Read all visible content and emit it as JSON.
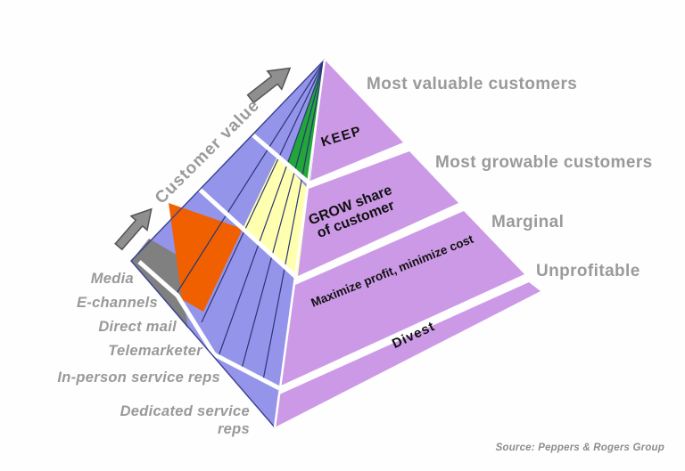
{
  "diagram": {
    "axis_label": "Customer value",
    "channels": [
      {
        "label": "Media"
      },
      {
        "label": "E-channels"
      },
      {
        "label": "Direct mail"
      },
      {
        "label": "Telemarketer"
      },
      {
        "label": "In-person service reps"
      },
      {
        "label": "Dedicated service\nreps"
      }
    ],
    "tiers": [
      {
        "strategy": "KEEP",
        "segment": "Most valuable customers"
      },
      {
        "strategy": "GROW share\nof customer",
        "segment": "Most growable customers"
      },
      {
        "strategy": "Maximize profit, minimize cost",
        "segment": "Marginal"
      },
      {
        "strategy": "Divest",
        "segment": "Unprofitable"
      }
    ],
    "source": "Source: Peppers & Rogers Group",
    "colors": {
      "left_face": "#9494ea",
      "right_face": "#cc99e6",
      "keep_patch": "#22a63a",
      "grow_patch": "#ffffb0",
      "maximize_patch": "#f06000",
      "divest_patch": "#808080",
      "stripe_line": "#2a3576",
      "face_outline": "#39418f",
      "arrow_gray": "#8f8f8f",
      "label_gray": "#9a9a9a",
      "tier_text": "#111111"
    }
  }
}
